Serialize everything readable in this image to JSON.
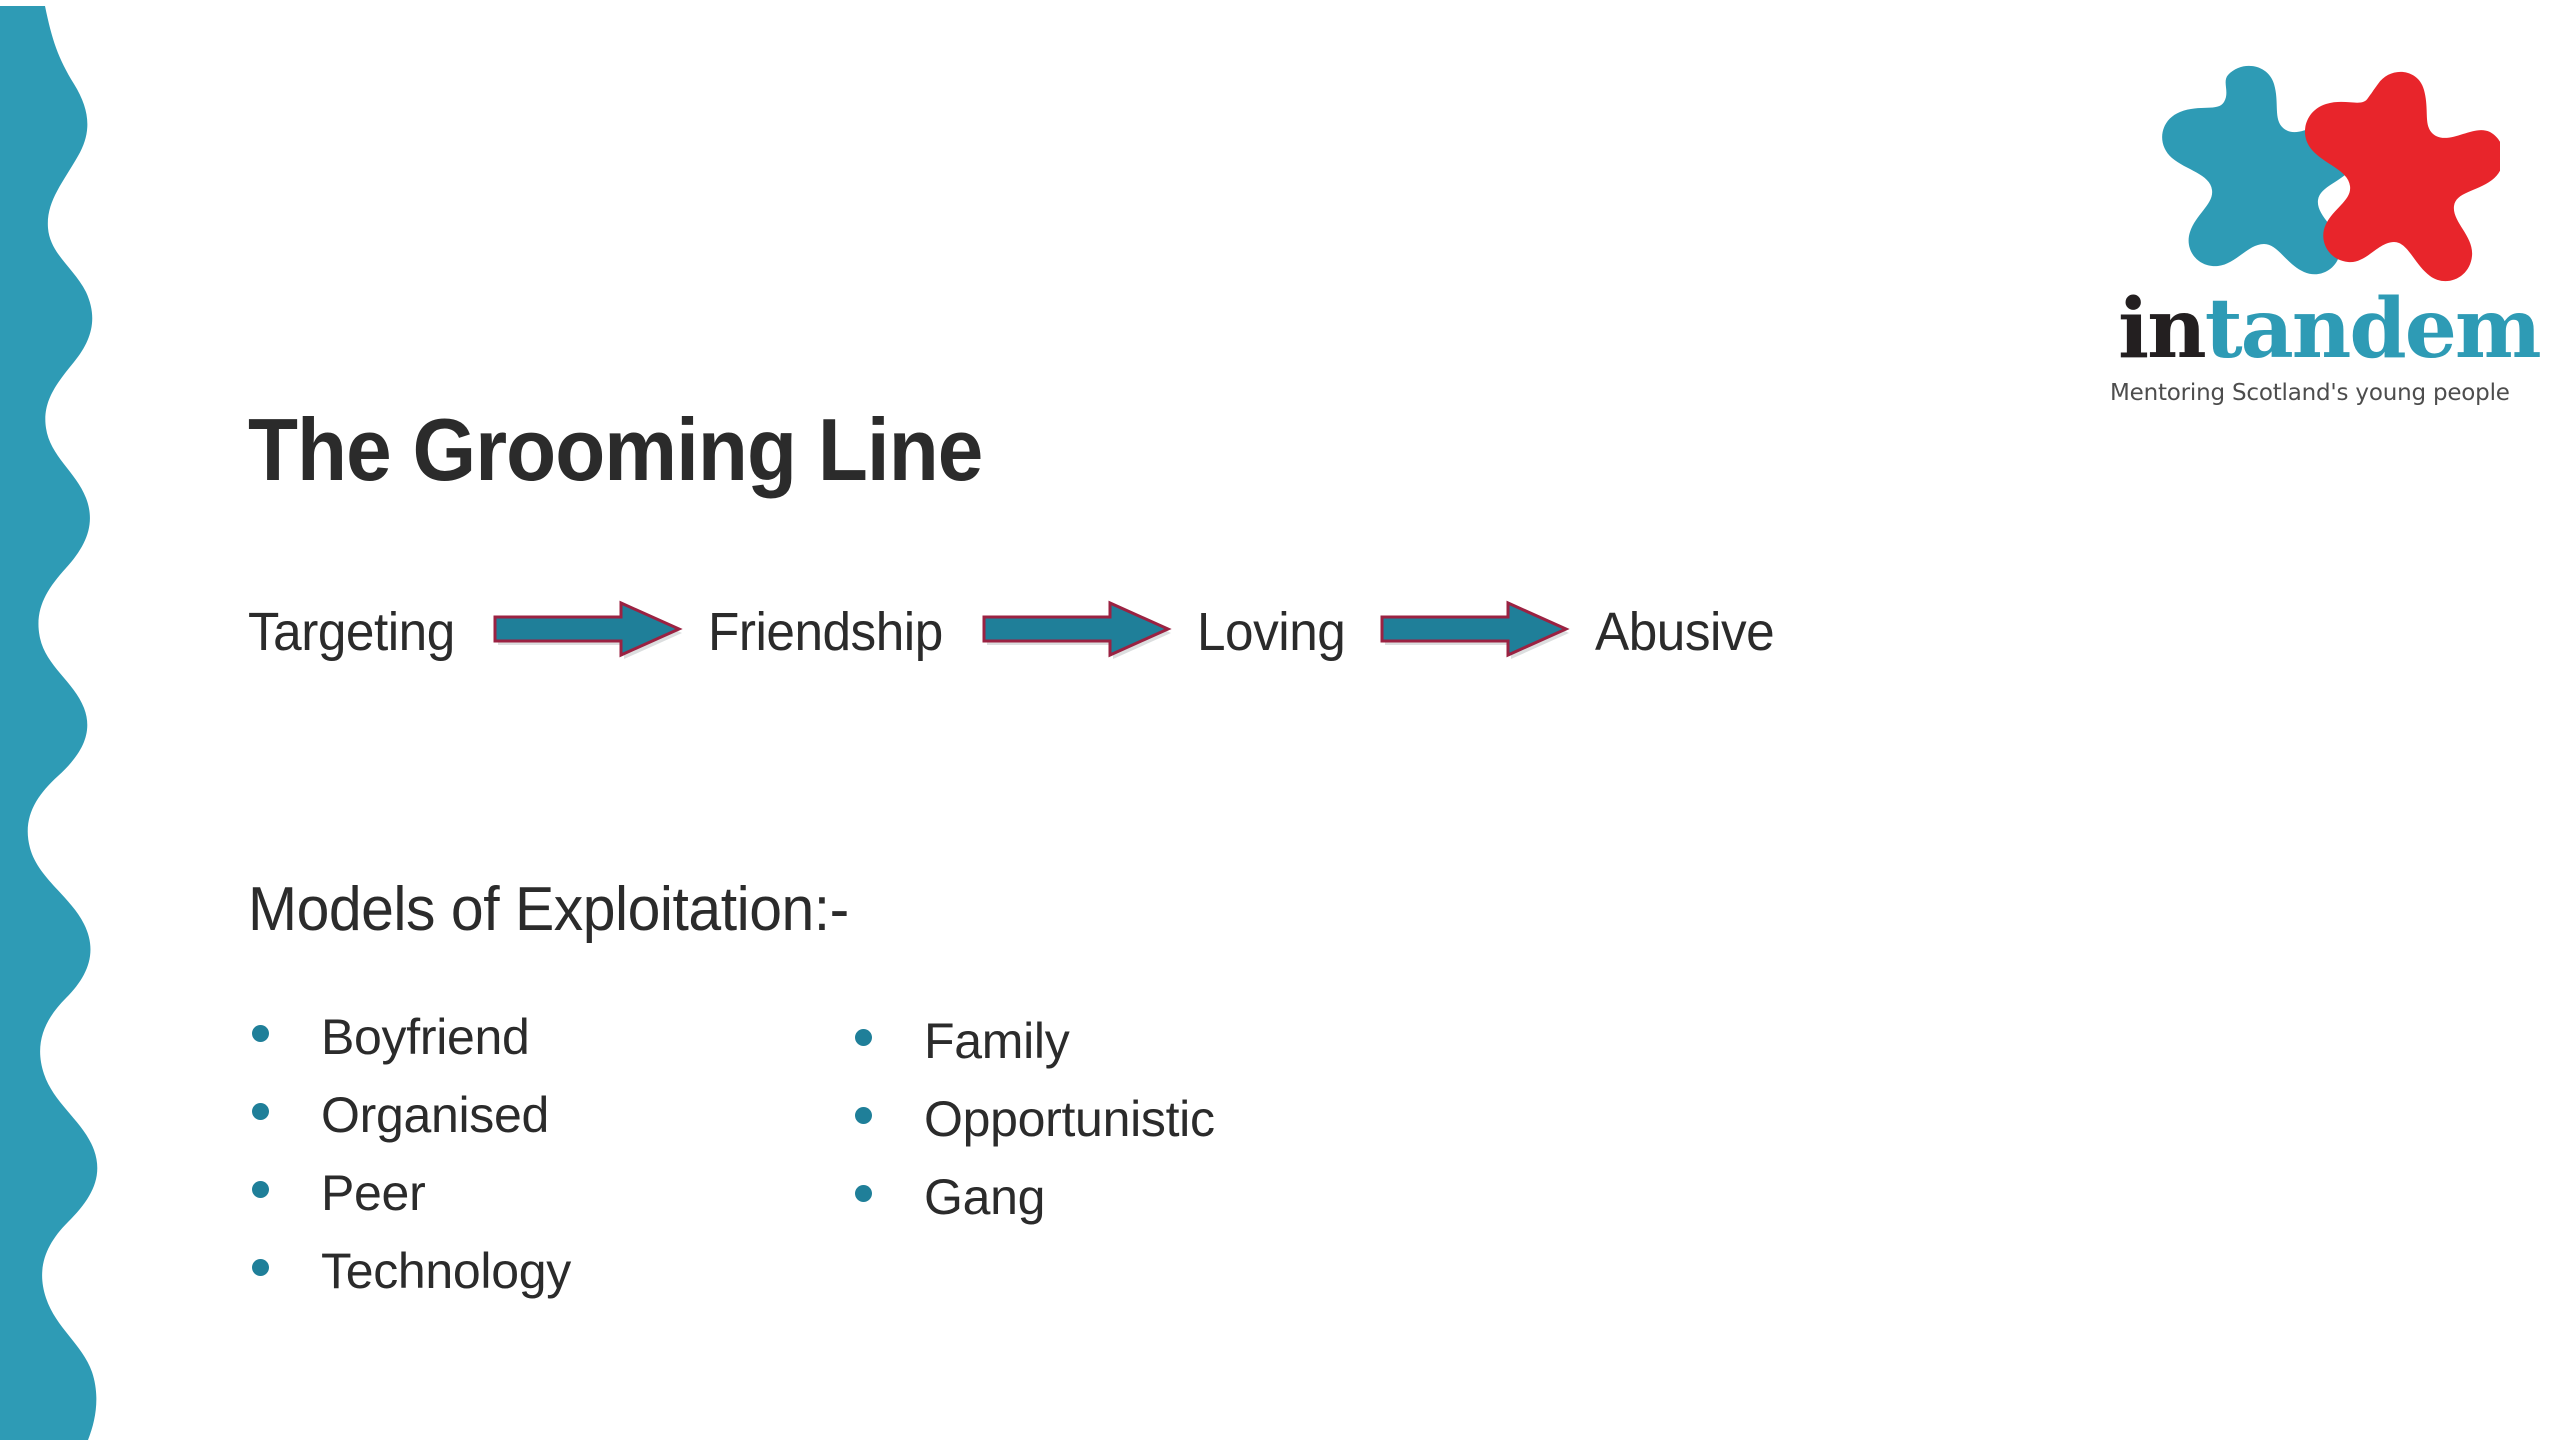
{
  "slide": {
    "title": "The Grooming Line",
    "background_color": "#ffffff",
    "accent_teal": "#2e9bb5",
    "accent_red": "#e8252b",
    "text_color": "#2b2b2b"
  },
  "decoration": {
    "wave_band_name": "wavy-teal-band",
    "wave_band_color": "#2e9bb5"
  },
  "logo": {
    "wordmark_part_one": "in",
    "wordmark_part_two": "tandem",
    "tagline": "Mentoring Scotland's young people",
    "splat_left_color": "#2e9bb5",
    "splat_right_color": "#e8252b",
    "wordmark_dark_color": "#231f20",
    "wordmark_teal_color": "#2e9bb5",
    "tagline_color": "#4d4d4d"
  },
  "grooming_line": {
    "stages": [
      {
        "label": "Targeting"
      },
      {
        "label": "Friendship"
      },
      {
        "label": "Loving"
      },
      {
        "label": "Abusive"
      }
    ],
    "arrow_fill_color": "#1f7f99",
    "arrow_stroke_color": "#9b2242",
    "arrow_count": 3
  },
  "models": {
    "heading": "Models of Exploitation:-",
    "bullet_color": "#1f7f99",
    "left_column": [
      {
        "label": "Boyfriend"
      },
      {
        "label": "Organised"
      },
      {
        "label": "Peer"
      },
      {
        "label": "Technology"
      }
    ],
    "right_column": [
      {
        "label": "Family"
      },
      {
        "label": "Opportunistic"
      },
      {
        "label": "Gang"
      }
    ]
  }
}
